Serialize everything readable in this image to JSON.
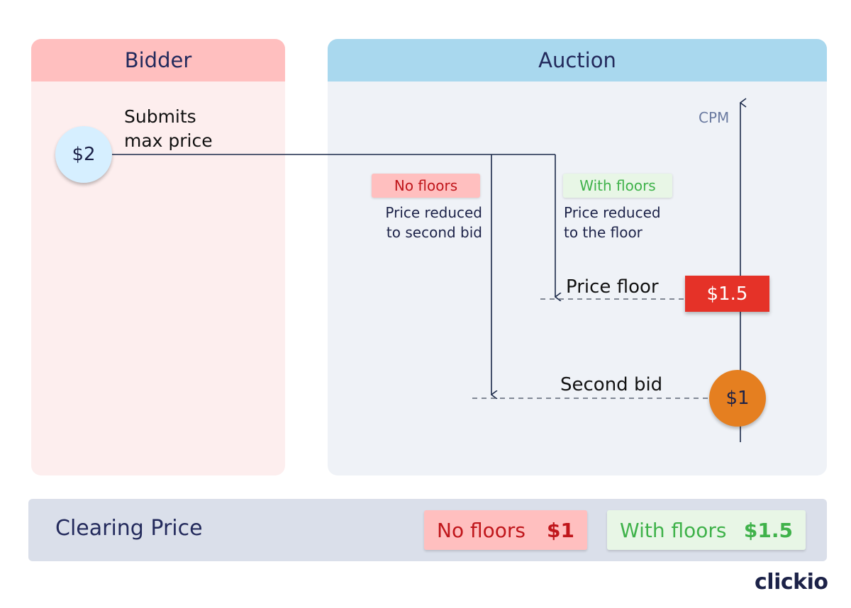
{
  "bidder": {
    "title": "Bidder",
    "submits_line1": "Submits",
    "submits_line2": "max price",
    "bid": "$2"
  },
  "auction": {
    "title": "Auction",
    "axis_label": "CPM",
    "no_floors_tag": "No floors",
    "no_floors_desc_line1": "Price reduced",
    "no_floors_desc_line2": "to second bid",
    "with_floors_tag": "With floors",
    "with_floors_desc_line1": "Price reduced",
    "with_floors_desc_line2": "to the floor",
    "price_floor_label": "Price floor",
    "price_floor_value": "$1.5",
    "second_bid_label": "Second bid",
    "second_bid_value": "$1"
  },
  "clearing": {
    "label": "Clearing Price",
    "no_floors_label": "No floors",
    "no_floors_value": "$1",
    "with_floors_label": "With floors",
    "with_floors_value": "$1.5"
  },
  "brand": "clickio",
  "colors": {
    "bidder_header": "#ffbfbf",
    "bidder_body": "#fdeeee",
    "auction_header": "#a9d8ee",
    "auction_body": "#eff2f7",
    "no_floors_text": "#c0161b",
    "with_floors_text": "#3fb24a",
    "floor_badge": "#e53228",
    "second_bid_circle": "#e57f20",
    "bid_circle": "#d6efff",
    "clearing_bar": "#dadfea"
  }
}
